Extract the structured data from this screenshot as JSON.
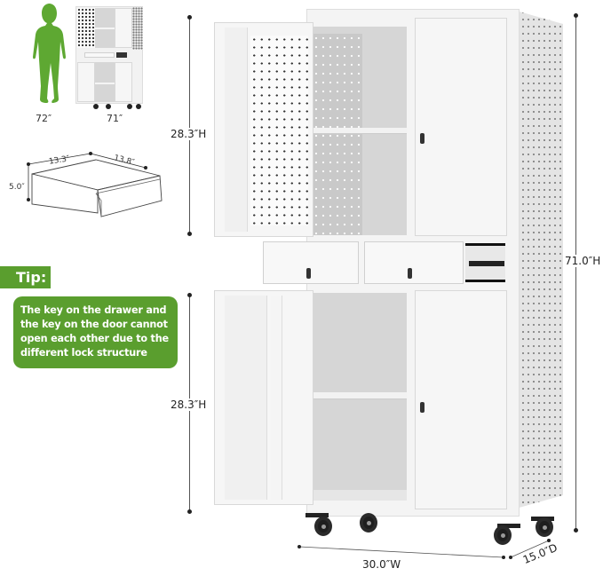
{
  "overview": {
    "person_height_label": "72″",
    "cabinet_height_label": "71″"
  },
  "drawer_diagram": {
    "width_label": "13.3″",
    "depth_label": "13.8″",
    "height_label": "5.0″"
  },
  "tip": {
    "title": "Tip:",
    "text": "The key on the drawer and the key on the door cannot open each other due to the different lock structure",
    "accent_color": "#5a9e2e"
  },
  "dimensions": {
    "upper_height": "28.3″H",
    "lower_height": "28.3″H",
    "total_height": "71.0″H",
    "width": "30.0″W",
    "depth": "15.0″D"
  }
}
